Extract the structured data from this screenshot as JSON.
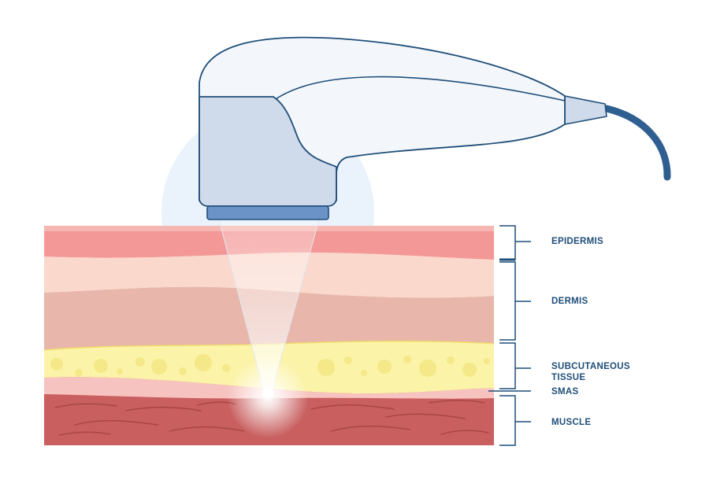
{
  "labels": {
    "epidermis": "EPIDERMIS",
    "dermis": "DERMIS",
    "subcutaneous": "SUBCUTANEOUS\nTISSUE",
    "smas": "SMAS",
    "muscle": "MUSCLE"
  },
  "colors": {
    "outline": "#1f4e79",
    "handpiece_body": "#f3f7fb",
    "handpiece_head": "#cfdbea",
    "transducer": "#6b93c7",
    "cable": "#2f5f91",
    "epidermis_top": "#f6b7b2",
    "epidermis": "#f39896",
    "dermis_upper": "#fad8cc",
    "dermis_lower": "#e8b6aa",
    "subcutaneous": "#fbf3a7",
    "fat_globule": "#f5e889",
    "smas": "#f7c3c0",
    "muscle": "#c95f5f",
    "muscle_fiber": "#a84545",
    "halo": "#eaf2fb"
  }
}
